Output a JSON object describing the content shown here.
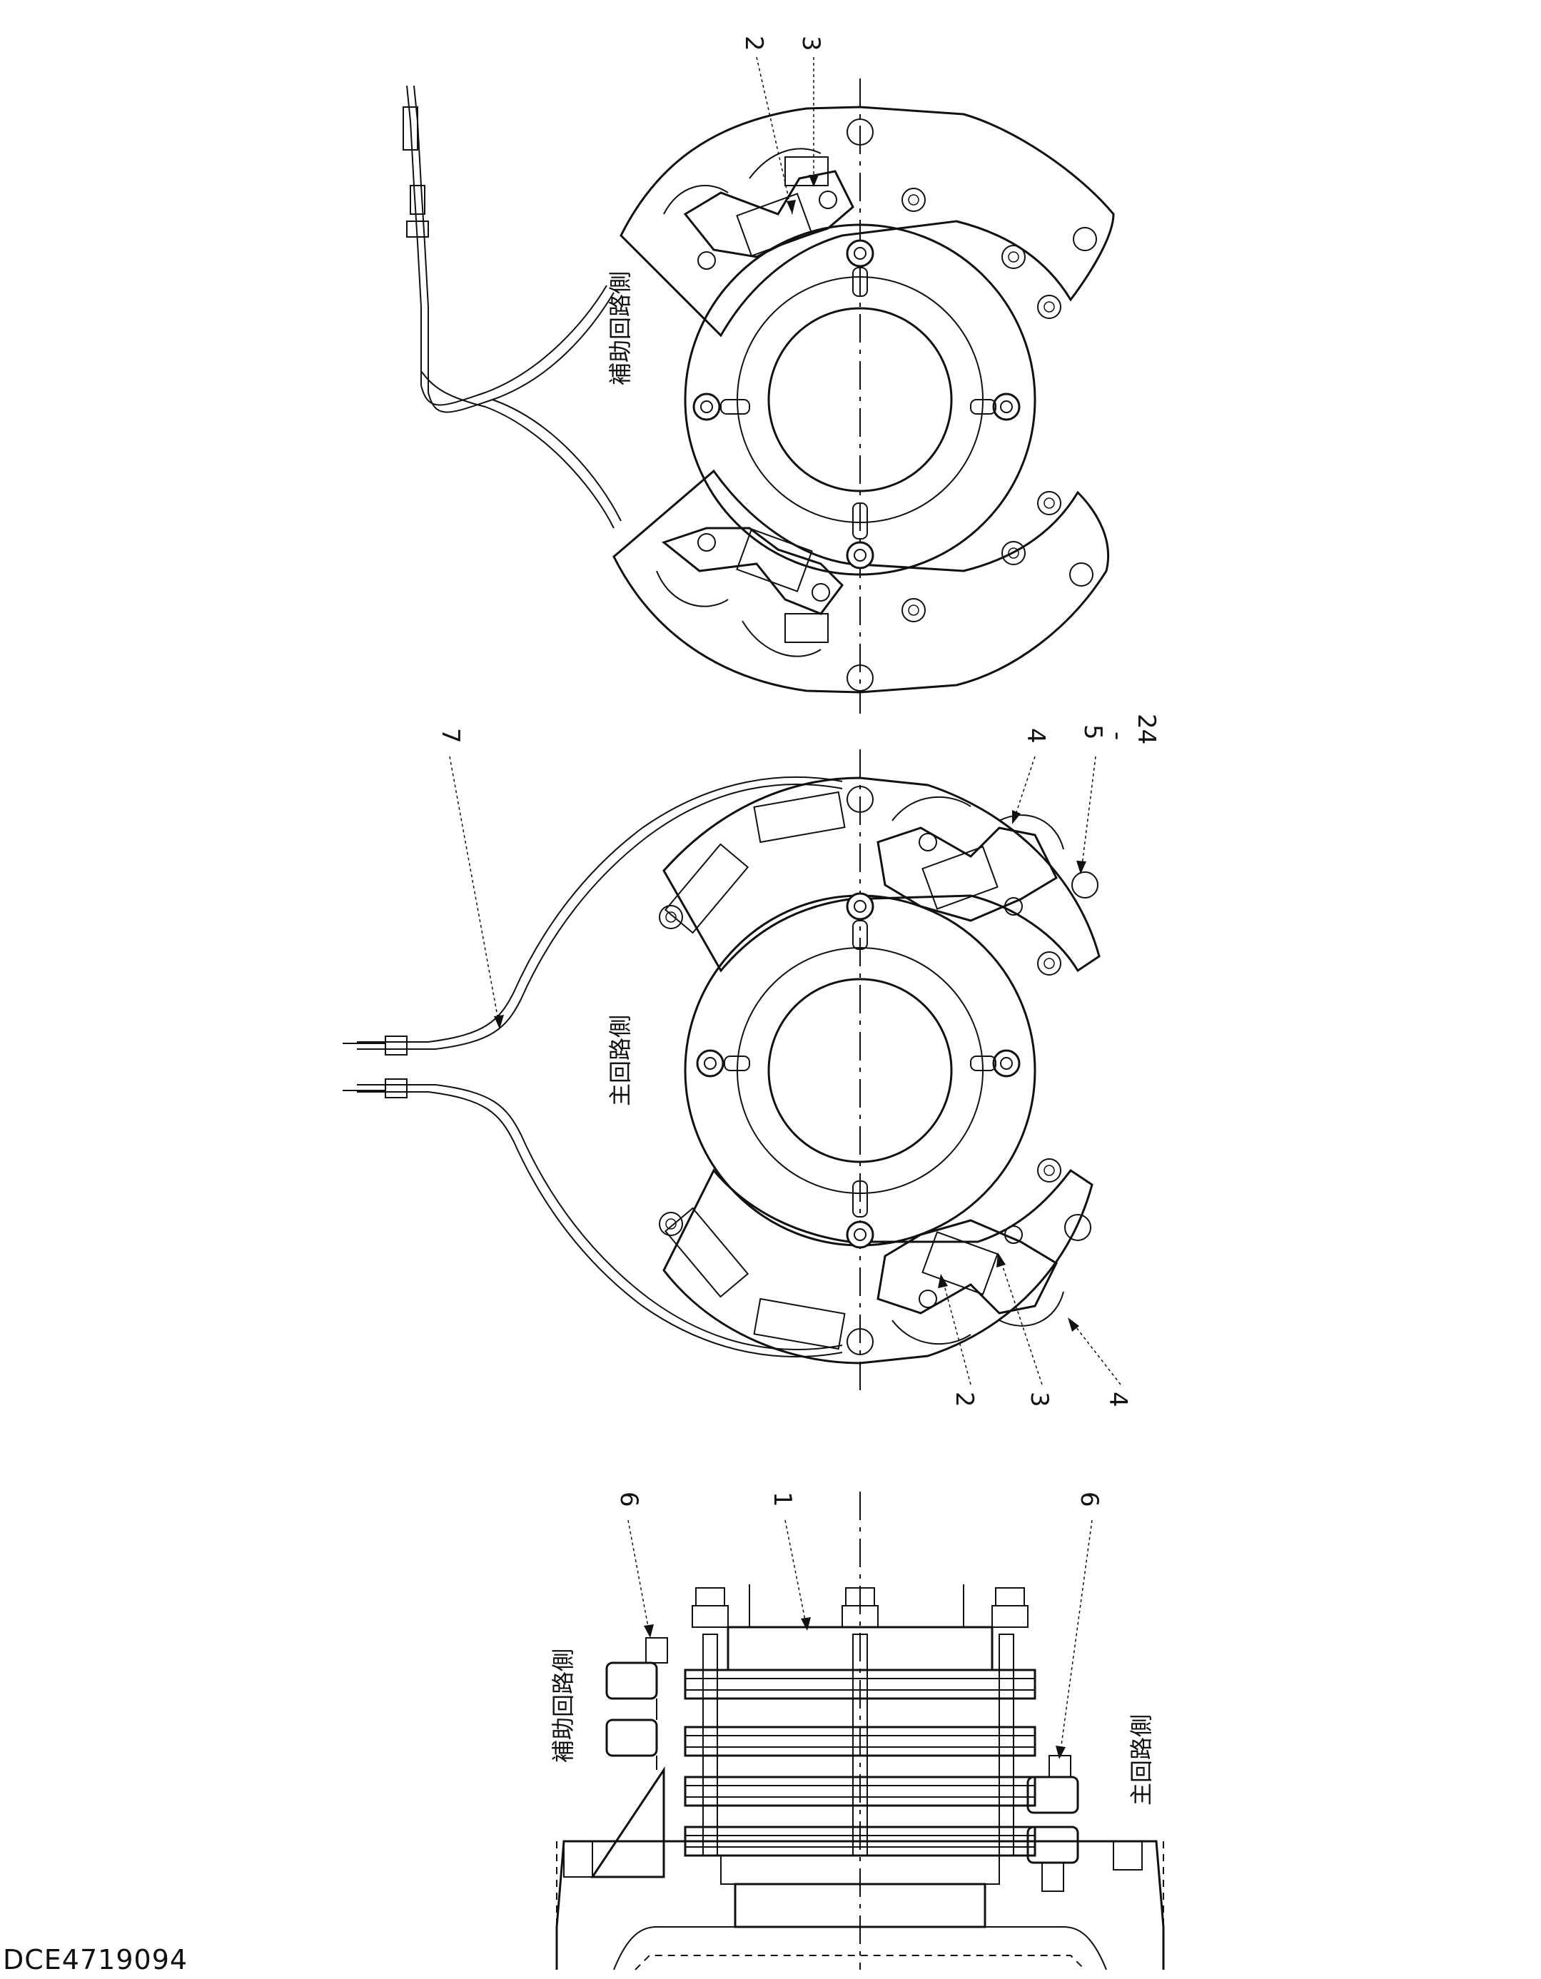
{
  "callouts": {
    "top_2": "2",
    "top_3": "3",
    "mid_7": "7",
    "mid_4_top": "4",
    "mid_5": "5",
    "mid_dash": "-",
    "mid_24": "24",
    "mid_2": "2",
    "mid_3": "3",
    "mid_4_bottom": "4",
    "bot_6_left": "6",
    "bot_1": "1",
    "bot_6_right": "6"
  },
  "labels": {
    "aux_circuit_top": "補助回路側",
    "main_circuit_mid": "主回路側",
    "aux_circuit_side": "補助回路側",
    "main_circuit_side": "主回路側"
  },
  "drawing_code": "DCE4719094"
}
